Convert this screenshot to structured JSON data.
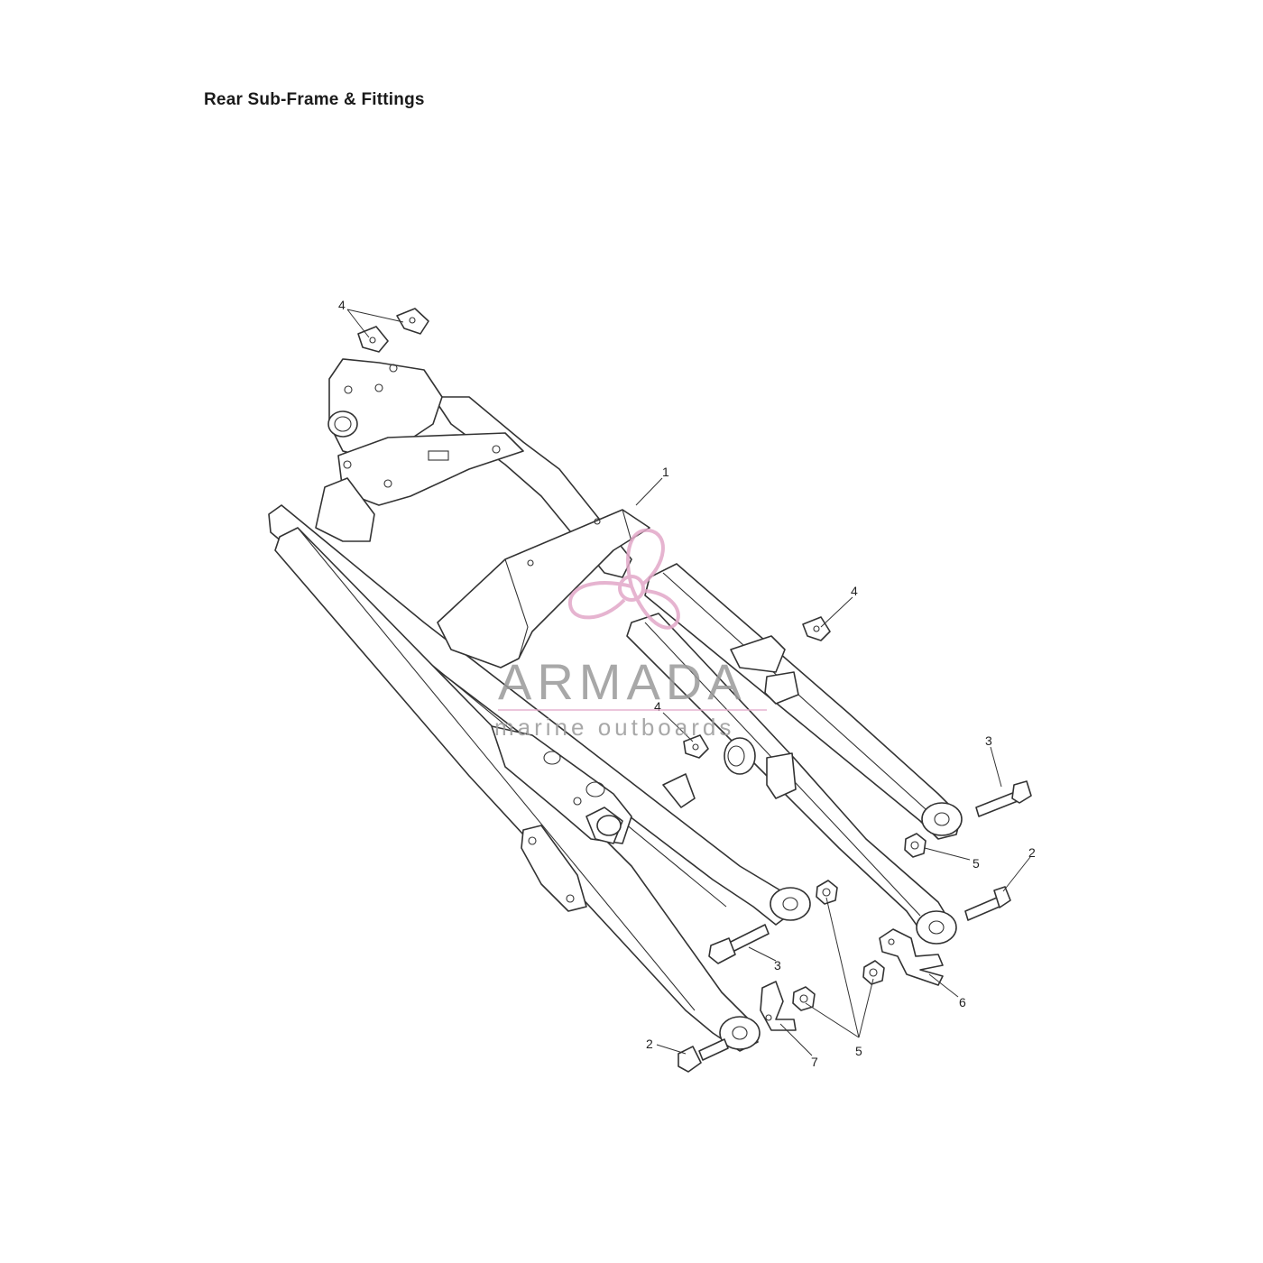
{
  "title": "Rear Sub-Frame & Fittings",
  "watermark": {
    "brand": "ARMADA",
    "tagline": "marine outboards",
    "color": "#e2a8c8",
    "text_color": "#9a9a9a"
  },
  "callouts": [
    {
      "id": "c4a",
      "label": "4"
    },
    {
      "id": "c1",
      "label": "1"
    },
    {
      "id": "c4b",
      "label": "4"
    },
    {
      "id": "c4c",
      "label": "4"
    },
    {
      "id": "c3a",
      "label": "3"
    },
    {
      "id": "c5a",
      "label": "5"
    },
    {
      "id": "c2a",
      "label": "2"
    },
    {
      "id": "c3b",
      "label": "3"
    },
    {
      "id": "c6",
      "label": "6"
    },
    {
      "id": "c2b",
      "label": "2"
    },
    {
      "id": "c7",
      "label": "7"
    },
    {
      "id": "c5b",
      "label": "5"
    }
  ]
}
